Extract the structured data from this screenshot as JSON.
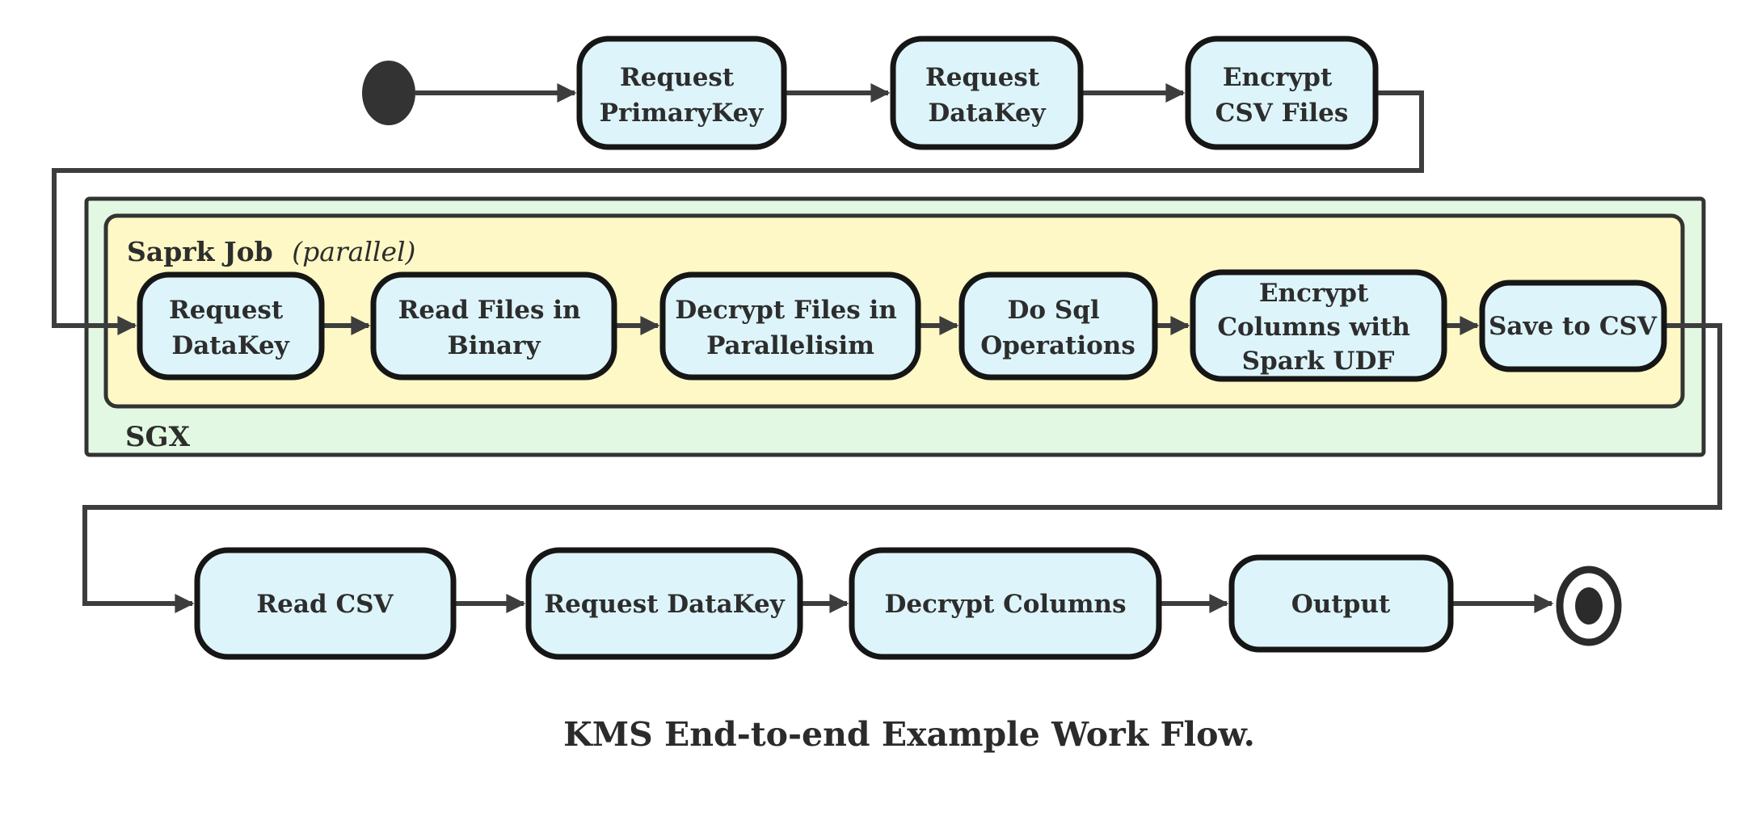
{
  "diagram_type": "activity-workflow",
  "caption": "KMS End-to-end Example Work Flow.",
  "colors": {
    "node_fill": "#ddf5fa",
    "node_border": "#161616",
    "edge": "#3d3d3d",
    "container_yellow_fill": "#fdf8c5",
    "container_green_fill": "#e3f8e2",
    "container_border": "#333333",
    "text": "#2d2d2d",
    "start_node_fill": "#333333"
  },
  "containers": {
    "sgx": {
      "label": "SGX"
    },
    "spark_job": {
      "title": "Saprk Job",
      "mode": "(parallel)"
    }
  },
  "nodes": {
    "request_primarykey": {
      "label": "Request PrimaryKey",
      "lines": [
        "Request",
        "PrimaryKey"
      ]
    },
    "request_datakey_top": {
      "label": "Request DataKey",
      "lines": [
        "Request",
        "DataKey"
      ]
    },
    "encrypt_csv_files": {
      "label": "Encrypt CSV Files",
      "lines": [
        "Encrypt",
        "CSV Files"
      ]
    },
    "request_datakey_sgx": {
      "label": "Request DataKey",
      "lines": [
        "Request",
        "DataKey"
      ]
    },
    "read_files_in_binary": {
      "label": "Read Files in Binary",
      "lines": [
        "Read Files in",
        "Binary"
      ]
    },
    "decrypt_files_in_parallelisim": {
      "label": "Decrypt Files in Parallelisim",
      "lines": [
        "Decrypt Files in",
        "Parallelisim"
      ]
    },
    "do_sql_operations": {
      "label": "Do Sql Operations",
      "lines": [
        "Do Sql",
        "Operations"
      ]
    },
    "encrypt_columns_with_spark_udf": {
      "label": "Encrypt Columns with Spark UDF",
      "lines": [
        "Encrypt",
        "Columns with",
        "Spark UDF"
      ]
    },
    "save_to_csv": {
      "label": "Save to CSV",
      "lines": [
        "Save to CSV"
      ]
    },
    "read_csv": {
      "label": "Read CSV",
      "lines": [
        "Read CSV"
      ]
    },
    "request_datakey_bottom": {
      "label": "Request DataKey",
      "lines": [
        "Request DataKey"
      ]
    },
    "decrypt_columns": {
      "label": "Decrypt Columns",
      "lines": [
        "Decrypt Columns"
      ]
    },
    "output": {
      "label": "Output",
      "lines": [
        "Output"
      ]
    }
  }
}
